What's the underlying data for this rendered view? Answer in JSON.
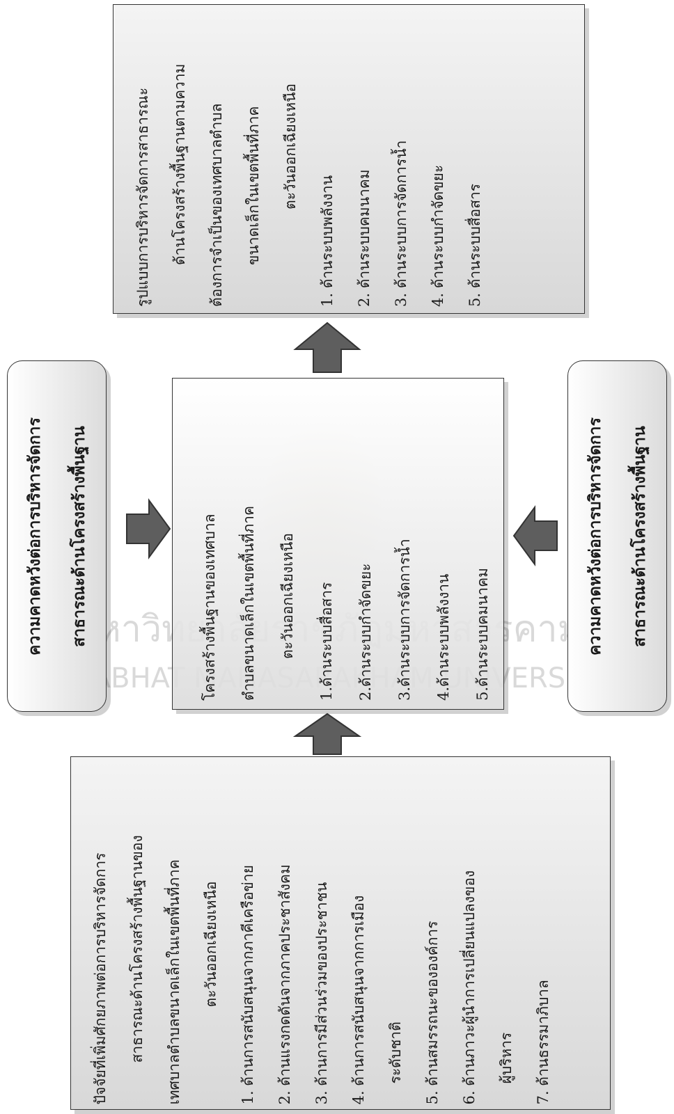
{
  "factors": {
    "heading": "ปัจจัยที่เพิ่มศักยภาพต่อการบริหารจัดการสาธารณะด้านโครงสร้างพื้นฐานของเทศบาลตำบลขนาดเล็กในเขตพื้นที่ภาคตะวันออกเฉียงเหนือ",
    "lines": [
      "ปัจจัยที่เพิ่มศักยภาพต่อการบริหารจัดการ",
      "สาธารณะด้านโครงสร้างพื้นฐานของ",
      "เทศบาลตำบลขนาดเล็กในเขตพื้นที่ภาค",
      "ตะวันออกเฉียงเหนือ"
    ],
    "items": [
      "1. ด้านการสนับสนุนจากภาคีเครือข่าย",
      "2. ด้านแรงกดดันจากภาคประชาสังคม",
      "3. ด้านการมีส่วนร่วมของประชาชน",
      "4. ด้านการสนับสนุนจากการเมือง",
      "ระดับชาติ",
      "5. ด้านสมรรถนะขององค์การ",
      "6. ด้านภาวะผู้นำการเปลี่ยนแปลงของ",
      "ผู้บริหาร",
      "7. ด้านธรรมาภิบาล"
    ]
  },
  "center": {
    "lines": [
      "โครงสร้างพื้นฐานของเทศบาล",
      "ตำบลขนาดเล็กในเขตพื้นที่ภาค",
      "ตะวันออกเฉียงเหนือ"
    ],
    "items": [
      "1.ด้านระบบสื่อสาร",
      "2.ด้านระบบกำจัดขยะ",
      "3.ด้านระบบการจัดการน้ำ",
      "4.ด้านระบบพลังงาน",
      "5.ด้านระบบคมนาคม"
    ]
  },
  "model": {
    "lines": [
      "รูปแบบการบริหารจัดการสาธารณะ",
      "ด้านโครงสร้างพื้นฐานตามความ",
      "ต้องการจำเป็นของเทศบาลตำบล",
      "ขนาดเล็กในเขตพื้นที่ภาค",
      "ตะวันออกเฉียงเหนือ"
    ],
    "items": [
      "1. ด้านระบบพลังงาน",
      "2. ด้านระบบคมนาคม",
      "3. ด้านระบบการจัดการน้ำ",
      "4. ด้านระบบกำจัดขยะ",
      "5. ด้านระบบสื่อสาร"
    ]
  },
  "expect_left": {
    "line1": "ความคาดหวังต่อการบริหารจัดการ",
    "line2": "สาธารณะด้านโครงสร้างพื้นฐาน"
  },
  "expect_right": {
    "line1": "ความคาดหวังต่อการบริหารจัดการ",
    "line2": "สาธารณะด้านโครงสร้างพื้นฐาน"
  },
  "watermark": {
    "thai": "มหาวิทยาลัยราชภัฏมหาสารคาม",
    "english": "RAJABHAT MAHASARAKHAM UNIVERSITY"
  },
  "colors": {
    "arrow": "#5e5e5e",
    "border": "#333333"
  }
}
